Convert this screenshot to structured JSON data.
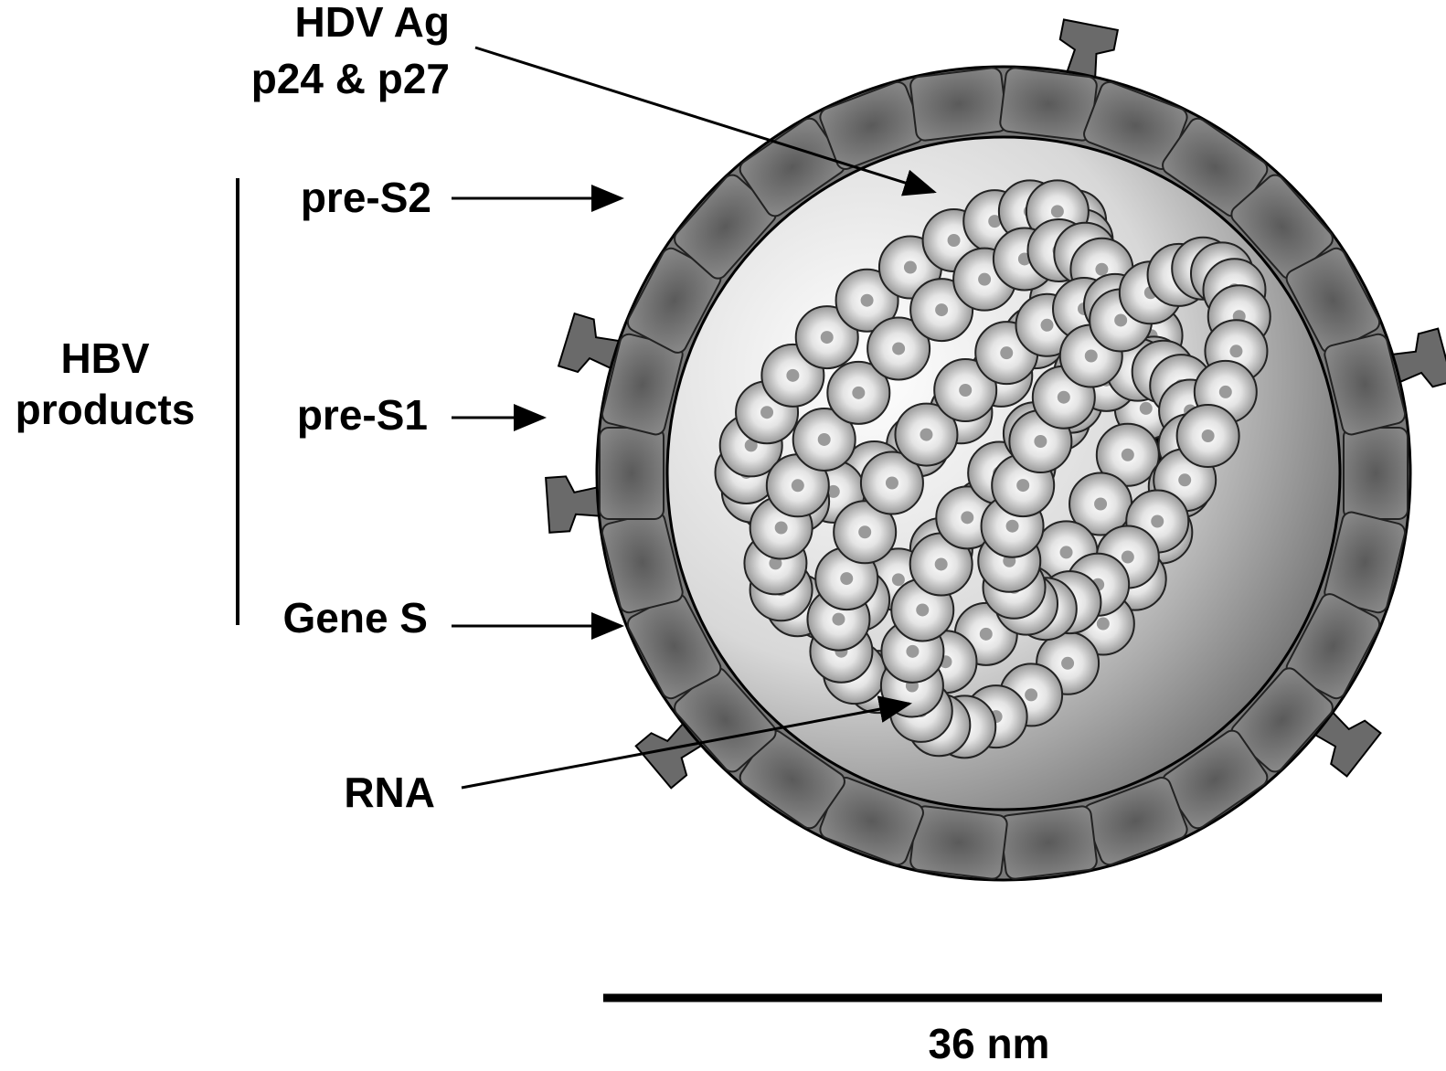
{
  "title_labels": {
    "hdv_ag": "HDV Ag",
    "hdv_proteins": "p24 & p27",
    "pre_s2": "pre-S2",
    "hbv": "HBV",
    "products": "products",
    "pre_s1": "pre-S1",
    "gene_s": "Gene S",
    "rna": "RNA"
  },
  "scale_bar": {
    "label": "36 nm"
  },
  "colors": {
    "shell": "#6e6e6e",
    "core_light": "#f2f2f2",
    "core_dark": "#777777",
    "bead": "#cfcfcf",
    "ink": "#000000"
  }
}
